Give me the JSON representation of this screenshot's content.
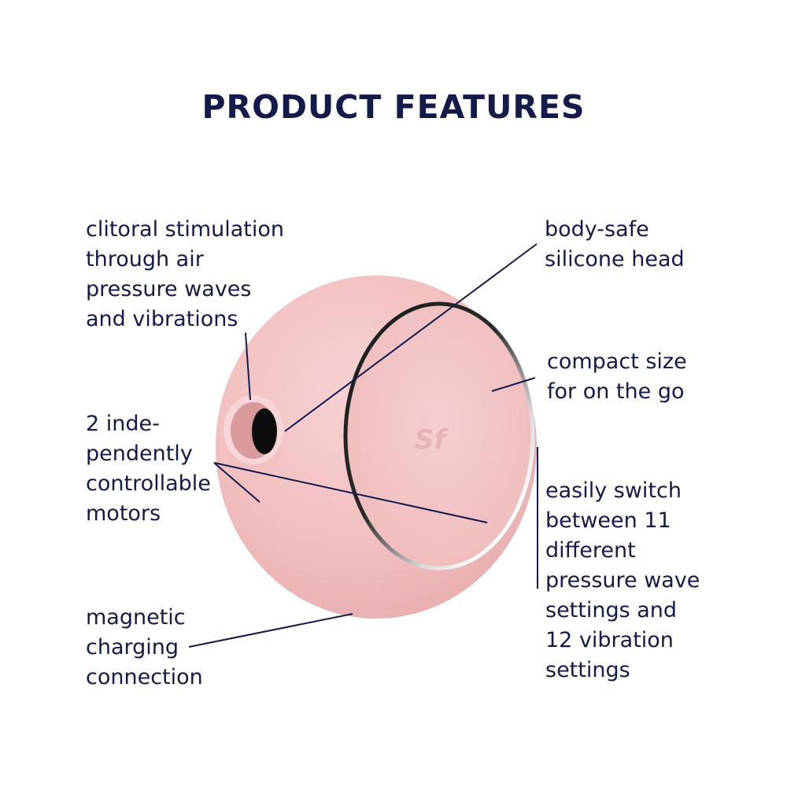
{
  "title": "PRODUCT FEATURES",
  "colors": {
    "text": "#141a4a",
    "device_pink": "#f3c3c4",
    "background": "#ffffff"
  },
  "device": {
    "logo_text": "Sf",
    "logo_icon": "satisfyer-logo-icon"
  },
  "labels": {
    "clitoral": {
      "lines": [
        "clitoral stimulation",
        "through air",
        "pressure waves",
        "and vibrations"
      ]
    },
    "motors": {
      "lines": [
        "2 inde-",
        "pendently",
        "controllable",
        "motors"
      ]
    },
    "magnetic": {
      "lines": [
        "magnetic",
        "charging",
        "connection"
      ]
    },
    "silicone": {
      "lines": [
        "body-safe",
        "silicone head"
      ]
    },
    "compact": {
      "lines": [
        "compact size",
        "for on the go"
      ]
    },
    "switch": {
      "lines": [
        "easily switch",
        "between 11",
        "different",
        "pressure wave",
        "settings and",
        "12 vibration",
        "settings"
      ]
    }
  }
}
